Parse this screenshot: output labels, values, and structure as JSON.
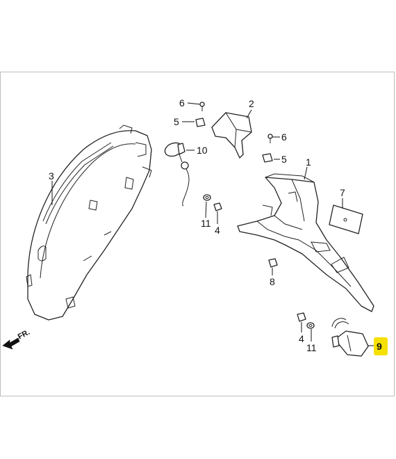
{
  "callouts": [
    {
      "id": "c6a",
      "text": "6"
    },
    {
      "id": "c5a",
      "text": "5"
    },
    {
      "id": "c2",
      "text": "2"
    },
    {
      "id": "c6b",
      "text": "6"
    },
    {
      "id": "c5b",
      "text": "5"
    },
    {
      "id": "c10",
      "text": "10"
    },
    {
      "id": "c3",
      "text": "3"
    },
    {
      "id": "c1",
      "text": "1"
    },
    {
      "id": "c7",
      "text": "7"
    },
    {
      "id": "c11a",
      "text": "11"
    },
    {
      "id": "c4a",
      "text": "4"
    },
    {
      "id": "c8",
      "text": "8"
    },
    {
      "id": "c4b",
      "text": "4"
    },
    {
      "id": "c11b",
      "text": "11"
    },
    {
      "id": "c9",
      "text": "9"
    }
  ],
  "direction_label": "FR.",
  "highlight_color": "#f5e000"
}
